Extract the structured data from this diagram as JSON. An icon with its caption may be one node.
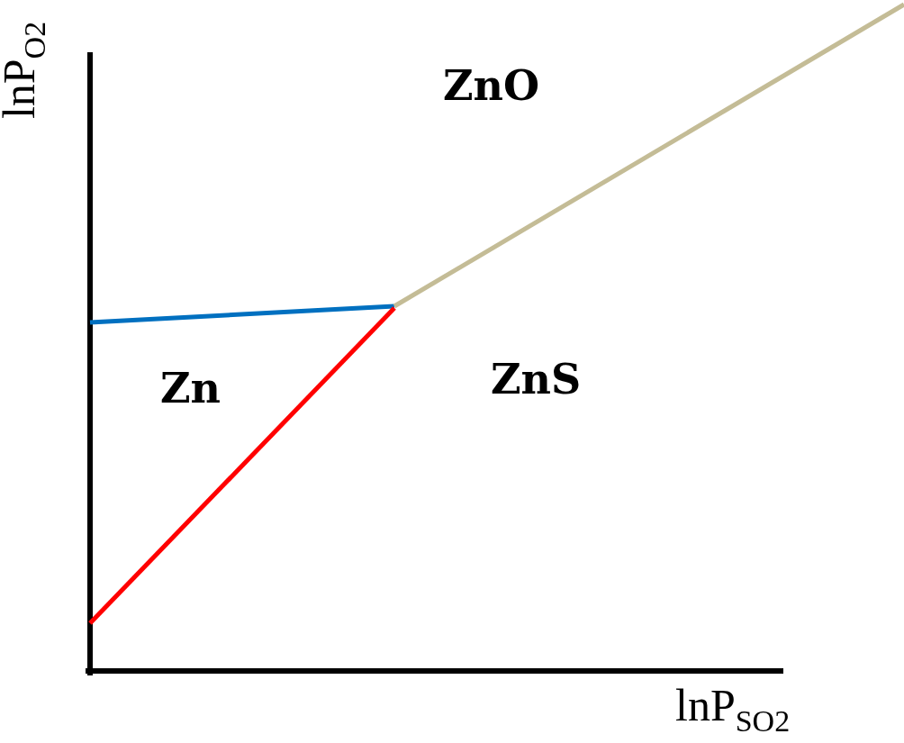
{
  "diagram": {
    "labels": [
      "lnP$_{O2}$",
      "ZnO",
      "Zn",
      "ZnS",
      "lnP$_{SO2}$"
    ]
  }
}
